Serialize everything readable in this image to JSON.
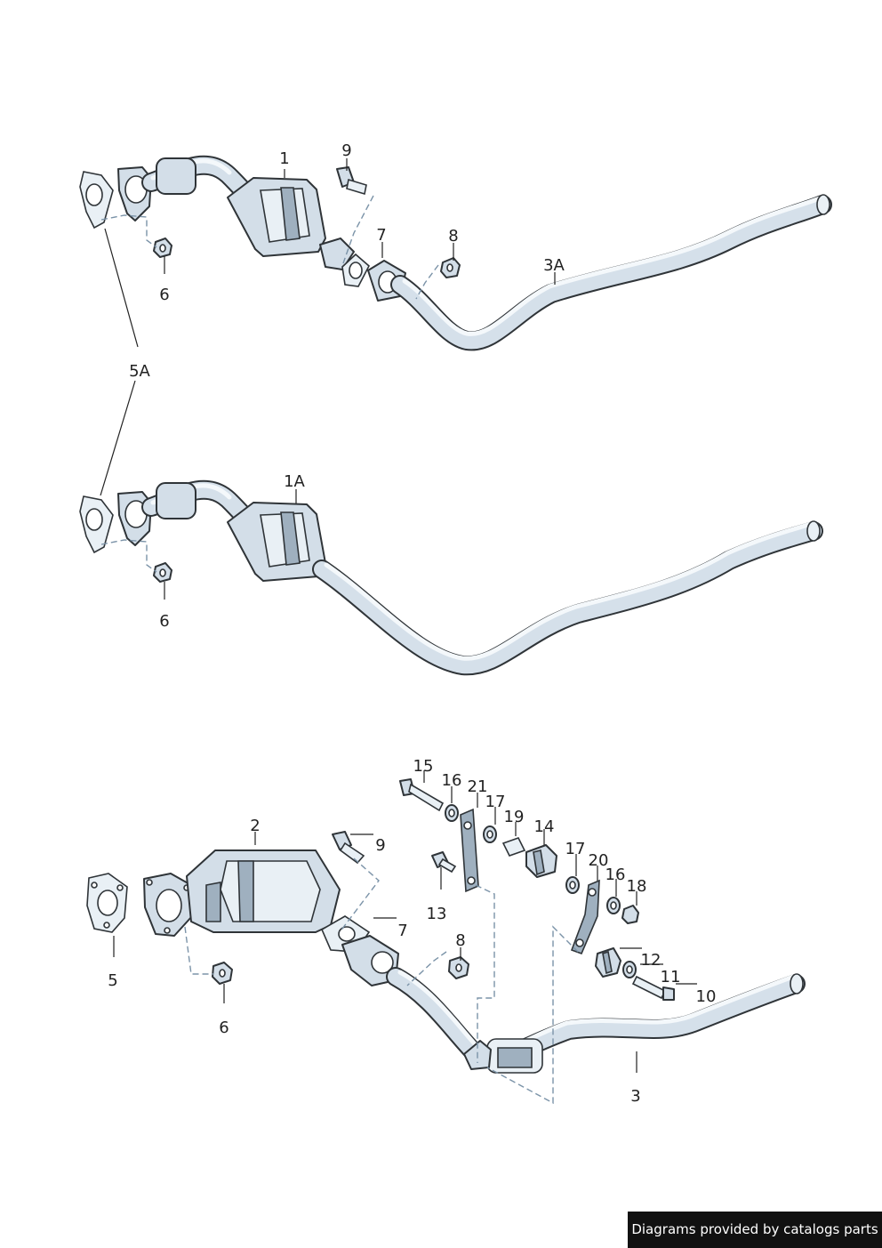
{
  "callouts": {
    "a1": "1",
    "a9": "9",
    "a7": "7",
    "a8": "8",
    "a3A": "3A",
    "a6": "6",
    "m5A": "5A",
    "b1A": "1A",
    "b6": "6",
    "c15": "15",
    "c16a": "16",
    "c21": "21",
    "c17a": "17",
    "c19": "19",
    "c14": "14",
    "c2": "2",
    "c9": "9",
    "c13": "13",
    "c17b": "17",
    "c20": "20",
    "c16b": "16",
    "c18": "18",
    "c7": "7",
    "c8": "8",
    "c12": "12",
    "c11": "11",
    "c10": "10",
    "c5": "5",
    "c6": "6",
    "c3": "3"
  },
  "credit": "Diagrams provided by catalogs parts",
  "colors": {
    "part_fill": "#d3dee8",
    "outline": "#2f3438",
    "dash": "#7b93a8",
    "credit_bg": "#111111"
  }
}
